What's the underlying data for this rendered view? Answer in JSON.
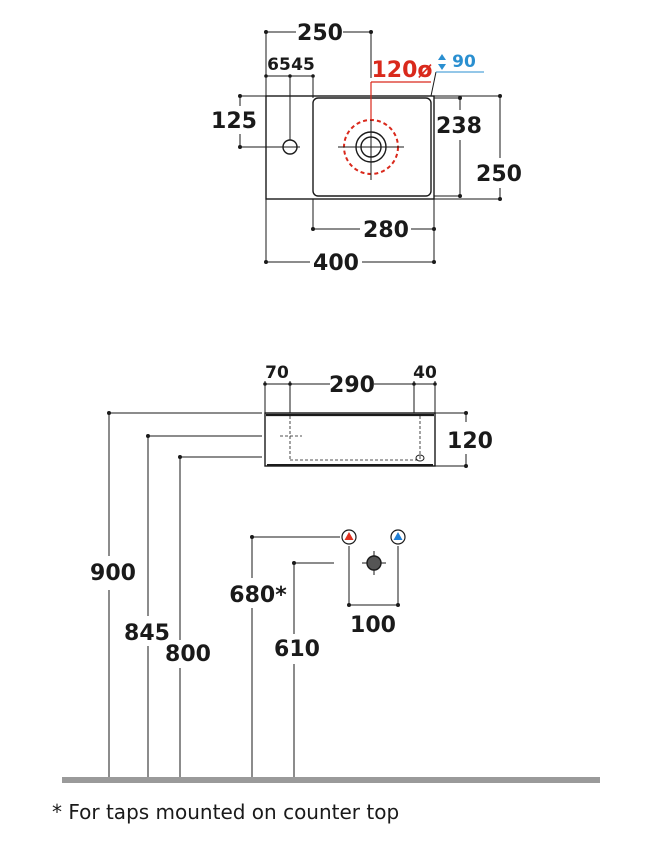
{
  "colors": {
    "line": "#1a1a1a",
    "highlight_red": "#d9291c",
    "highlight_blue": "#2a8fd0",
    "hot_red": "#e0301e",
    "cold_blue": "#1f7fd6",
    "floor": "#9a9a9a"
  },
  "top_view": {
    "dims": {
      "d250_top": "250",
      "d65": "65",
      "d45": "45",
      "d120_dia": "120ø",
      "d90": "90",
      "d125": "125",
      "d238": "238",
      "d250_right": "250",
      "d280": "280",
      "d400": "400"
    },
    "icons": [
      "drain-icon",
      "tap-hole-icon",
      "up-down-arrow-icon"
    ]
  },
  "side_view": {
    "dims": {
      "d70": "70",
      "d290": "290",
      "d40": "40",
      "d120": "120",
      "d900": "900",
      "d845": "845",
      "d800": "800",
      "d680": "680*",
      "d610": "610",
      "d100": "100"
    },
    "icons": [
      "hot-water-icon",
      "cold-water-icon",
      "waste-outlet-icon"
    ]
  },
  "footnote": "* For taps mounted on counter top"
}
